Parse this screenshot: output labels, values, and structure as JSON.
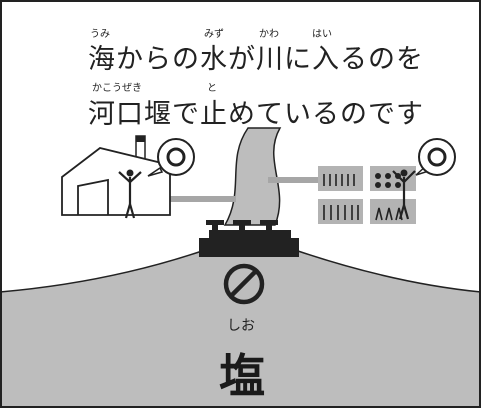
{
  "caption": {
    "line1": "海からの水が川に入るのを",
    "line2": "河口堰で止めているのです",
    "ruby": {
      "umi": "うみ",
      "mizu": "みず",
      "kawa": "かわ",
      "hai": "はい",
      "kakouzeki": "かこうぜき",
      "to": "と"
    }
  },
  "salt": {
    "reading": "しお",
    "kanji": "塩"
  },
  "colors": {
    "sea": "#bdbdbd",
    "line": "#222222",
    "field": "#b3b3b3",
    "pipe": "#a6a6a6",
    "dam": "#222222"
  }
}
